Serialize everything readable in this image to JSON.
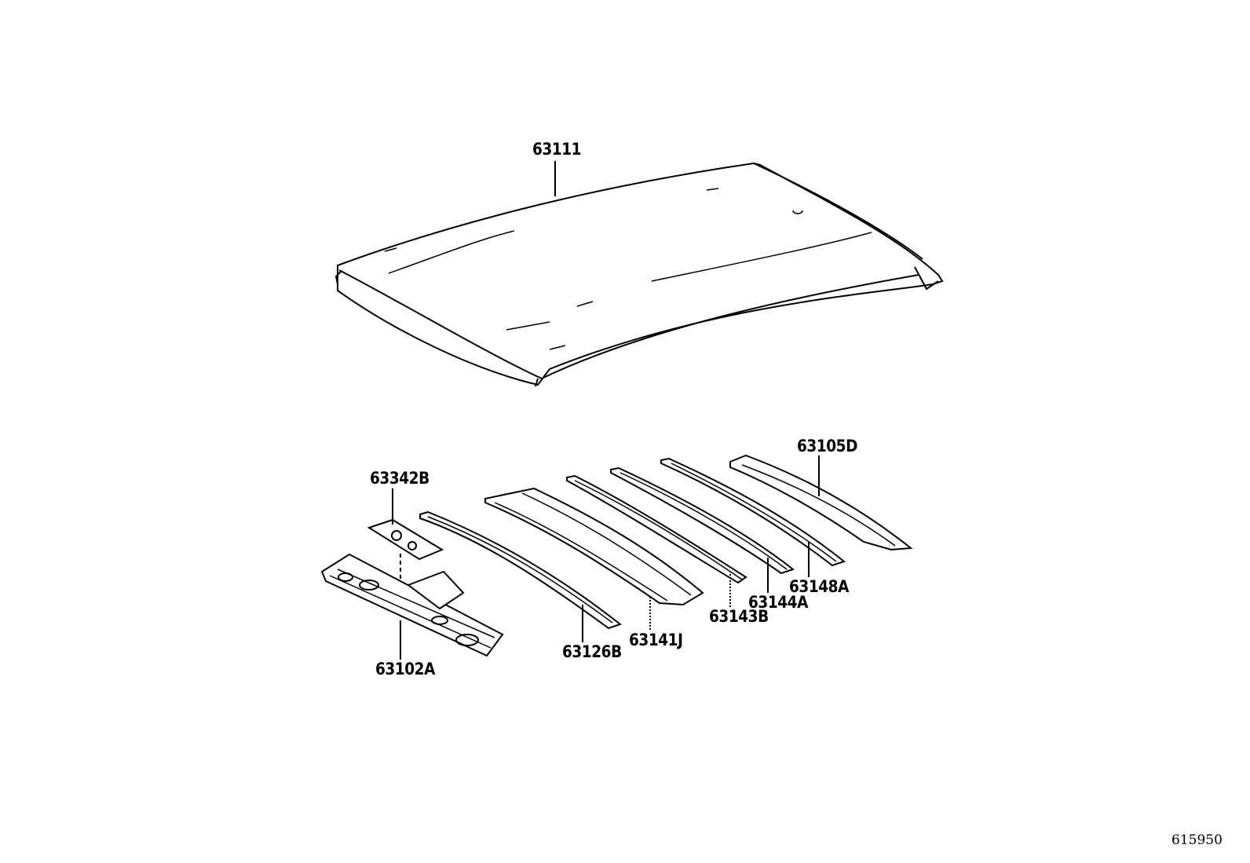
{
  "diagram": {
    "diagram_id": "615950",
    "parts": [
      {
        "id": "roof-panel",
        "label": "63111"
      },
      {
        "id": "reinforcement",
        "label": "63342B"
      },
      {
        "id": "front-header",
        "label": "63102A"
      },
      {
        "id": "roof-bow-1",
        "label": "63126B"
      },
      {
        "id": "roof-bow-2",
        "label": "63141J"
      },
      {
        "id": "roof-bow-3",
        "label": "63143B"
      },
      {
        "id": "roof-bow-4",
        "label": "63144A"
      },
      {
        "id": "roof-bow-5",
        "label": "63148A"
      },
      {
        "id": "rear-header",
        "label": "63105D"
      }
    ]
  }
}
